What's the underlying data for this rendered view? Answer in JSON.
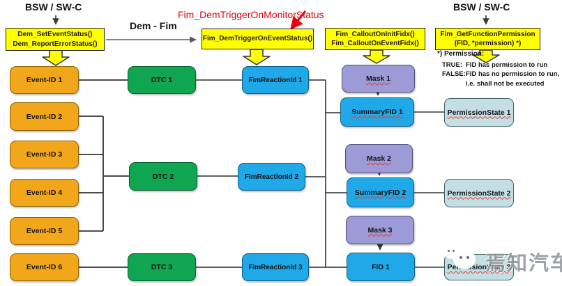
{
  "headers": {
    "bsw_swc_left": "BSW / SW-C",
    "bsw_swc_right": "BSW / SW-C",
    "dem_fim": "Dem - Fim",
    "annotation_red": "Fim_DemTriggerOnMonitorStatus"
  },
  "api_boxes": {
    "dem_set": {
      "line1": "Dem_SetEventStatus()",
      "line2": "Dem_ReportErrorStatus()"
    },
    "fim_trigger": {
      "line1": "Fim_DemTriggerOnEventStatus()"
    },
    "fim_callout": {
      "line1": "Fim_CalloutOnInitFidx()",
      "line2": "Fim_CalloutOnEventFidx()"
    },
    "fim_get_permission": {
      "line1": "Fim_GetFunctionPermission",
      "line2": "(FID, *permission)  *)"
    }
  },
  "permission_note": {
    "marker": "*) Permission:",
    "true_label": "TRUE:",
    "true_text": "FID has permission to run",
    "false_label": "FALSE:",
    "false_text": "FID has no permission to run,",
    "false_text2": "i.e. shall not be executed"
  },
  "nodes": {
    "events": [
      "Event-ID 1",
      "Event-ID 2",
      "Event-ID 3",
      "Event-ID 4",
      "Event-ID 5",
      "Event-ID 6"
    ],
    "dtcs": [
      "DTC 1",
      "DTC 2",
      "DTC 3"
    ],
    "reaction_ids": [
      "FimReactionId 1",
      "FimReactionId 2",
      "FimReactionId 3"
    ],
    "masks": [
      "Mask 1",
      "Mask 2",
      "Mask 3"
    ],
    "fids": [
      "SummaryFID 1",
      "SummaryFID 2",
      "FID 1"
    ],
    "permission_states": [
      "PermissionState 1",
      "PermissionState 2",
      "PermissionState 3"
    ]
  },
  "watermark": {
    "text": "焉知汽车",
    "icon": "wechat-logo"
  },
  "colors": {
    "api_yellow": "#FFFF00",
    "event_orange": "#F2A71B",
    "dtc_green": "#0FA551",
    "fim_blue": "#1FA9E8",
    "mask_purple": "#9D9AD8",
    "permission_teal": "#C3DFE3",
    "annotation_red": "#E8000D"
  }
}
